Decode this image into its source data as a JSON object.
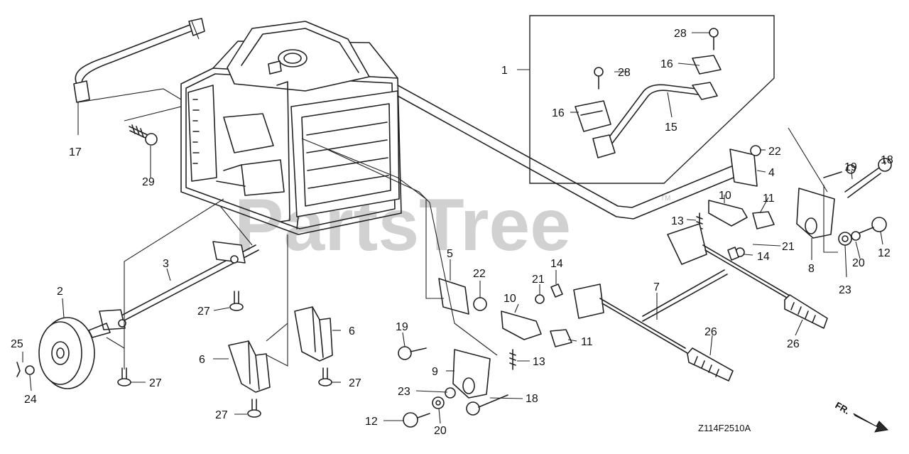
{
  "watermark": {
    "text": "PartsTree",
    "mark": "TM"
  },
  "diagram_code": "Z114F2510A",
  "direction_label": "FR.",
  "callouts": {
    "c1": "1",
    "c2": "2",
    "c3": "3",
    "c4": "4",
    "c5": "5",
    "c6a": "6",
    "c6b": "6",
    "c7": "7",
    "c8": "8",
    "c9": "9",
    "c10a": "10",
    "c10b": "10",
    "c11a": "11",
    "c11b": "11",
    "c12a": "12",
    "c12b": "12",
    "c13a": "13",
    "c13b": "13",
    "c14a": "14",
    "c14b": "14",
    "c15": "15",
    "c16a": "16",
    "c16b": "16",
    "c17": "17",
    "c18a": "18",
    "c18b": "18",
    "c19a": "19",
    "c19b": "19",
    "c20a": "20",
    "c20b": "20",
    "c21a": "21",
    "c21b": "21",
    "c22a": "22",
    "c22b": "22",
    "c23a": "23",
    "c23b": "23",
    "c24": "24",
    "c25": "25",
    "c26a": "26",
    "c26b": "26",
    "c27a": "27",
    "c27b": "27",
    "c27c": "27",
    "c27d": "27",
    "c28a": "28",
    "c28b": "28",
    "c29": "29"
  }
}
